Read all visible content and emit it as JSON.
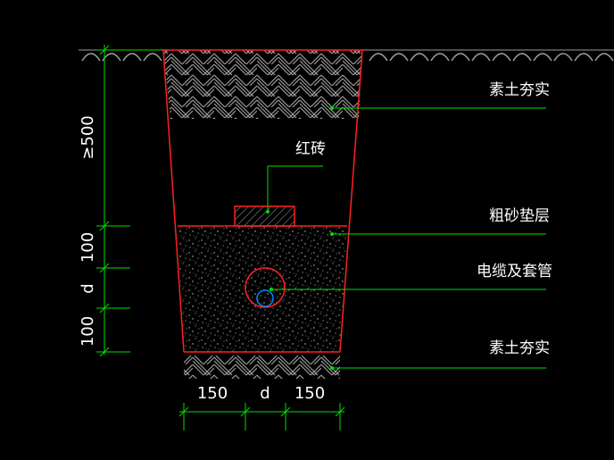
{
  "colors": {
    "background": "#000000",
    "outline": "#ff2020",
    "leader": "#00e000",
    "dimension": "#00e000",
    "text": "#ffffff",
    "hatch": "#9a9a9a",
    "pipe": "#0088ff"
  },
  "labels": {
    "backfill_top": "素土夯实",
    "brick": "红砖",
    "sand_bed": "粗砂垫层",
    "cable": "电缆及套管",
    "backfill_bottom": "素土夯实"
  },
  "dimensions": {
    "vertical": {
      "depth": "≥500",
      "top_cover": "100",
      "pipe": "d",
      "bottom": "100"
    },
    "horizontal": {
      "left": "150",
      "pipe": "d",
      "right": "150"
    }
  },
  "icons": {
    "ground_line": "ground-hatch-icon",
    "soil_hatch": "compacted-soil-hatch-icon",
    "sand_fill": "sand-stipple-icon",
    "pipe": "cable-sleeve-icon"
  }
}
